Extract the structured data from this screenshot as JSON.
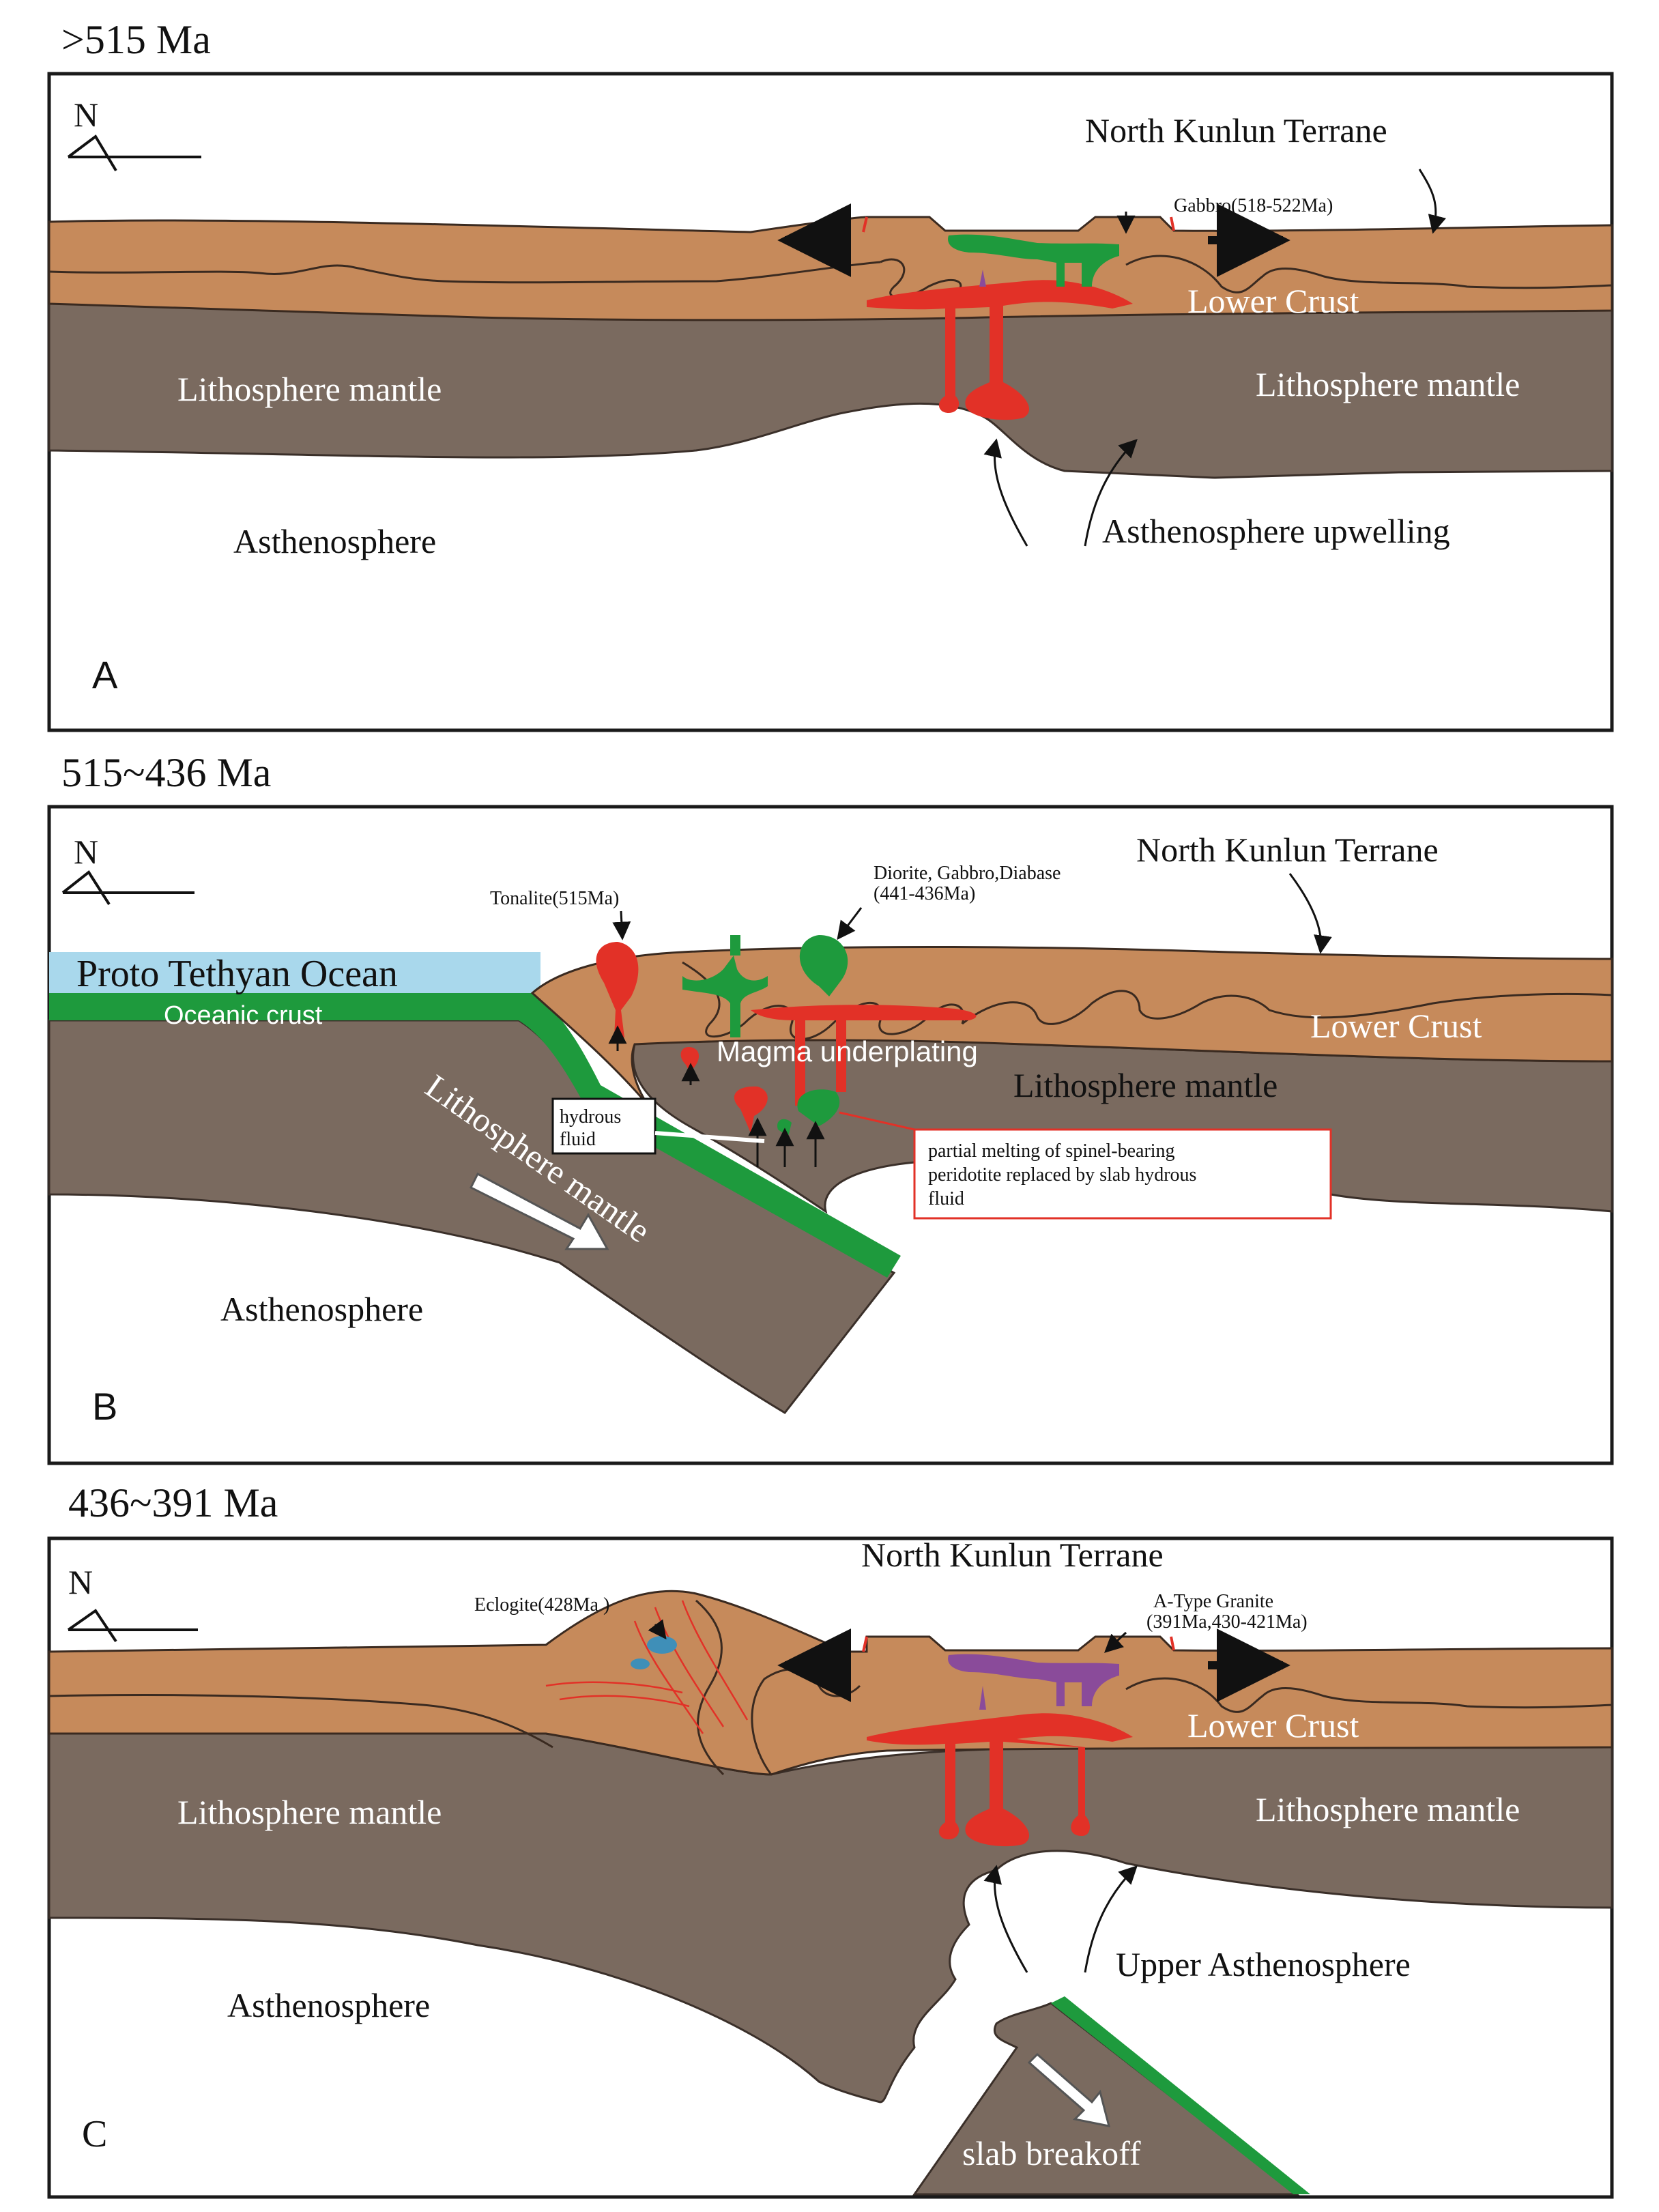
{
  "panels": {
    "a": {
      "stage_title": ">515 Ma",
      "letter": "A",
      "north": "N",
      "terrane": "North Kunlun Terrane",
      "gabbro": "Gabbro(518-522Ma)",
      "lower_crust": "Lower  Crust",
      "lith_left": "Lithosphere mantle",
      "lith_right": "Lithosphere mantle",
      "asthenosphere": "Asthenosphere",
      "upwelling": "Asthenosphere upwelling"
    },
    "b": {
      "stage_title": "515~436 Ma",
      "letter": "B",
      "north": "N",
      "terrane": "North Kunlun Terrane",
      "ocean": "Proto Tethyan Ocean",
      "oceanic_crust": "Oceanic crust",
      "tonalite": "Tonalite(515Ma)",
      "diorite_line1": "Diorite, Gabbro,Diabase",
      "diorite_line2": "(441-436Ma)",
      "magma": "Magma underplating",
      "lower_crust": "Lower  Crust",
      "lith_right": "Lithosphere mantle",
      "lith_slab": "Lithosphere mantle",
      "hydrous_line1": "hydrous",
      "hydrous_line2": "fluid",
      "melt_line1": "partial melting of spinel-bearing",
      "melt_line2": "peridotite replaced by slab hydrous",
      "melt_line3": "fluid",
      "asthenosphere": "Asthenosphere"
    },
    "c": {
      "stage_title": "436~391 Ma",
      "letter": "C",
      "north": "N",
      "terrane": "North Kunlun Terrane",
      "eclogite": "Eclogite(428Ma )",
      "granite_line1": "A-Type Granite",
      "granite_line2": "(391Ma,430-421Ma)",
      "lower_crust": "Lower  Crust",
      "lith_left": "Lithosphere mantle",
      "lith_right": "Lithosphere mantle",
      "upper_asth": "Upper Asthenosphere",
      "asthenosphere": "Asthenosphere",
      "breakoff": "slab breakoff"
    }
  },
  "colors": {
    "crust": "#c68a5b",
    "mantle": "#7a6a5f",
    "ocean": "#a9d8ec",
    "oceanic_crust": "#1e9a3d",
    "magma_red": "#e23127",
    "magma_green": "#1e9a3d",
    "granite_purple": "#8a4b9a",
    "eclogite_blue": "#3f8fb8"
  }
}
